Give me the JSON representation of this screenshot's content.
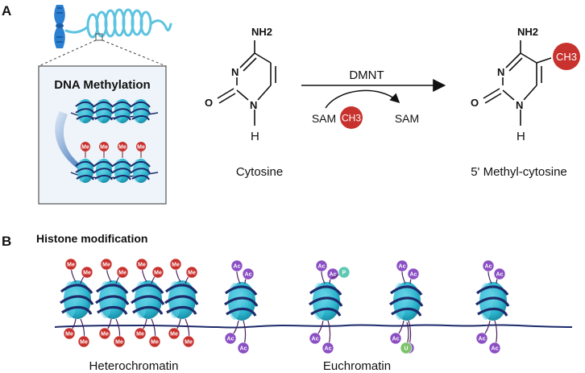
{
  "panel_a": {
    "letter": "A",
    "box_title": "DNA Methylation",
    "mark_label": "Me",
    "cytosine": {
      "name": "Cytosine",
      "amine": "NH2",
      "n_upper": "N",
      "n_lower": "N",
      "oxygen": "O",
      "hydrogen": "H"
    },
    "product": {
      "name": "5' Methyl-cytosine",
      "amine": "NH2",
      "n_upper": "N",
      "n_lower": "N",
      "oxygen": "O",
      "hydrogen": "H",
      "methyl": "CH3"
    },
    "reaction": {
      "enzyme": "DMNT",
      "donor": "SAM",
      "donor_group": "CH3",
      "byproduct": "SAM"
    }
  },
  "panel_b": {
    "letter": "B",
    "title": "Histone modification",
    "heterochromatin_label": "Heterochromatin",
    "euchromatin_label": "Euchromatin",
    "mark_me": "Me",
    "mark_ac": "Ac",
    "mark_p": "P",
    "mark_u": "U"
  },
  "colors": {
    "nucleosome": "#2ab3cc",
    "nucleosome_dark": "#1a8aa6",
    "dna": "#1c2b6b",
    "methyl": "#c8322e",
    "acetyl": "#8b4fc4",
    "phospho": "#5ec9b3",
    "ubiquitin": "#7cc36b",
    "chromosome": "#2a7fd0"
  }
}
